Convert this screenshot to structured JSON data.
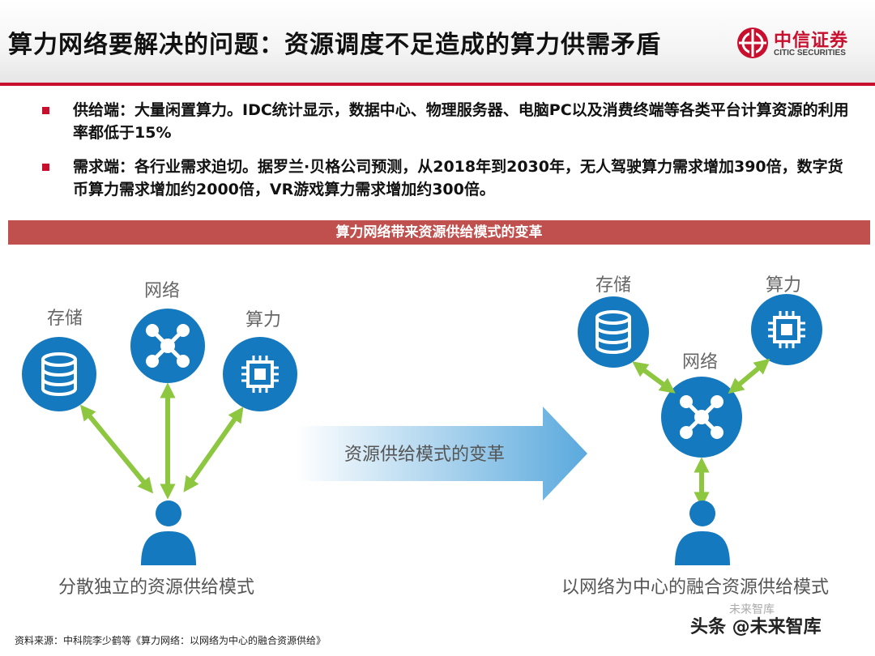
{
  "header": {
    "title": "算力网络要解决的问题：资源调度不足造成的算力供需矛盾",
    "logo_cn": "中信证券",
    "logo_en": "CITIC SECURITIES"
  },
  "bullets": [
    {
      "text": "供给端：大量闲置算力。IDC统计显示，数据中心、物理服务器、电脑PC以及消费终端等各类平台计算资源的利用率都低于15%"
    },
    {
      "text": "需求端：各行业需求迫切。据罗兰·贝格公司预测，从2018年到2030年，无人驾驶算力需求增加390倍，数字货币算力需求增加约2000倍，VR游戏算力需求增加约300倍。"
    }
  ],
  "banner": "算力网络带来资源供给模式的变革",
  "diagram": {
    "left": {
      "storage_label": "存储",
      "network_label": "网络",
      "compute_label": "算力",
      "caption": "分散独立的资源供给模式"
    },
    "arrow_label": "资源供给模式的变革",
    "right": {
      "storage_label": "存储",
      "network_label": "网络",
      "compute_label": "算力",
      "caption": "以网络为中心的融合资源供给模式"
    },
    "colors": {
      "node_blue": "#1479be",
      "arrow_green": "#8dc63f",
      "user_blue": "#1479be"
    }
  },
  "source": "资料来源：中科院李少鹤等《算力网络：以网络为中心的融合资源供给》",
  "watermark": "头条 @未来智库",
  "watermark_faint": "未来智库"
}
